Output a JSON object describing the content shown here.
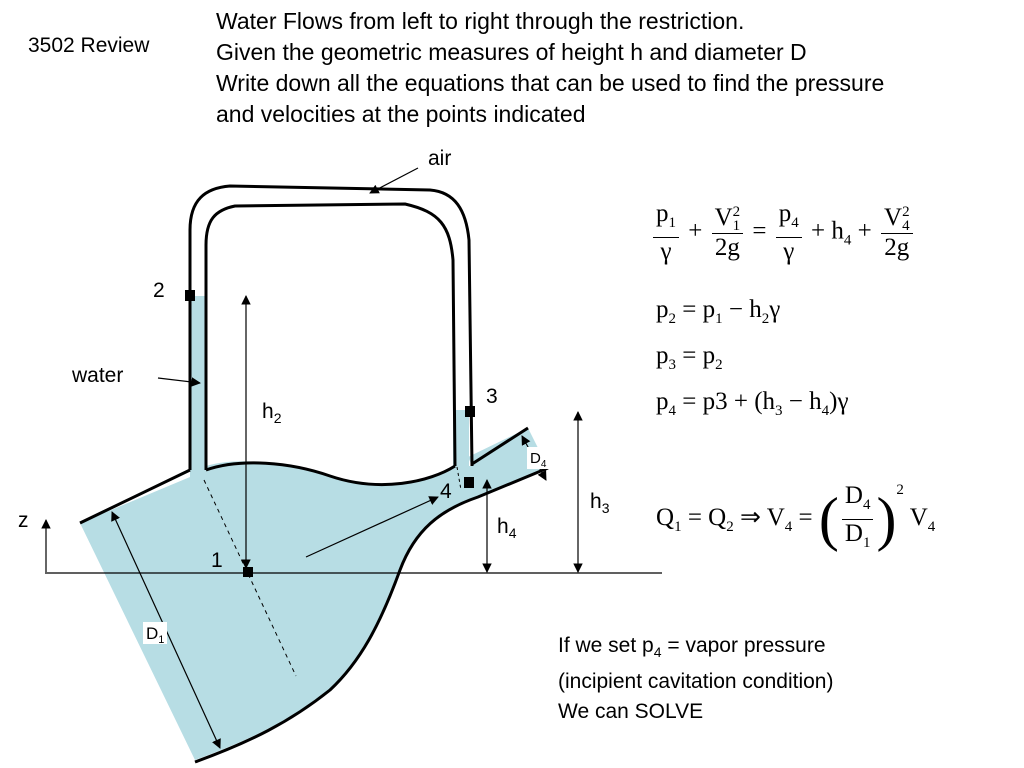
{
  "slide_label": "3502 Review",
  "instructions": [
    "Water Flows from left to right through the restriction.",
    "Given the geometric measures of height h and diameter D",
    "Write down all the equations that can be used to find the pressure",
    "and velocities at the points indicated"
  ],
  "diagram": {
    "labels": {
      "air": "air",
      "water": "water",
      "z": "z",
      "h2": "h",
      "h2_sub": "2",
      "h3": "h",
      "h3_sub": "3",
      "h4": "h",
      "h4_sub": "4",
      "d1": "D",
      "d1_sub": "1",
      "d4": "D",
      "d4_sub": "4",
      "p1": "1",
      "p2": "2",
      "p3": "3",
      "p4": "4"
    },
    "colors": {
      "water": "#b7dde4",
      "line": "#000000"
    }
  },
  "equations": {
    "bernoulli": {
      "p1": "p",
      "p1_sub": "1",
      "gamma": "γ",
      "v1": "V",
      "v1_sub": "1",
      "sq": "2",
      "twog": "2g",
      "p4": "p",
      "p4_sub": "4",
      "h4": "h",
      "h4_sub": "4",
      "v4": "V",
      "v4_sub": "4"
    },
    "eq2": {
      "lhs": "p",
      "lhs_sub": "2",
      "rhs": "= p",
      "rhs_sub1": "1",
      "mid": " − h",
      "mid_sub": "2",
      "end": "γ"
    },
    "eq3": {
      "lhs": "p",
      "lhs_sub": "3",
      "rhs": "= p",
      "rhs_sub": "2"
    },
    "eq4": {
      "lhs": "p",
      "lhs_sub": "4",
      "rhs": "= p3 + (h",
      "sub3": "3",
      "mid": " − h",
      "sub4": "4",
      "end": ")γ"
    },
    "continuity": {
      "q1": "Q",
      "q1_sub": "1",
      "q2": "= Q",
      "q2_sub": "2",
      "arrow": "⇒ V",
      "v_sub": "4",
      "eq": "=",
      "d4": "D",
      "d4_sub": "4",
      "d1": "D",
      "d1_sub": "1",
      "exp": "2",
      "v4": "V",
      "v4_sub": "4"
    }
  },
  "notes": [
    "If we set p",
    "4",
    " = vapor pressure",
    "(incipient cavitation condition)",
    "We can SOLVE"
  ]
}
